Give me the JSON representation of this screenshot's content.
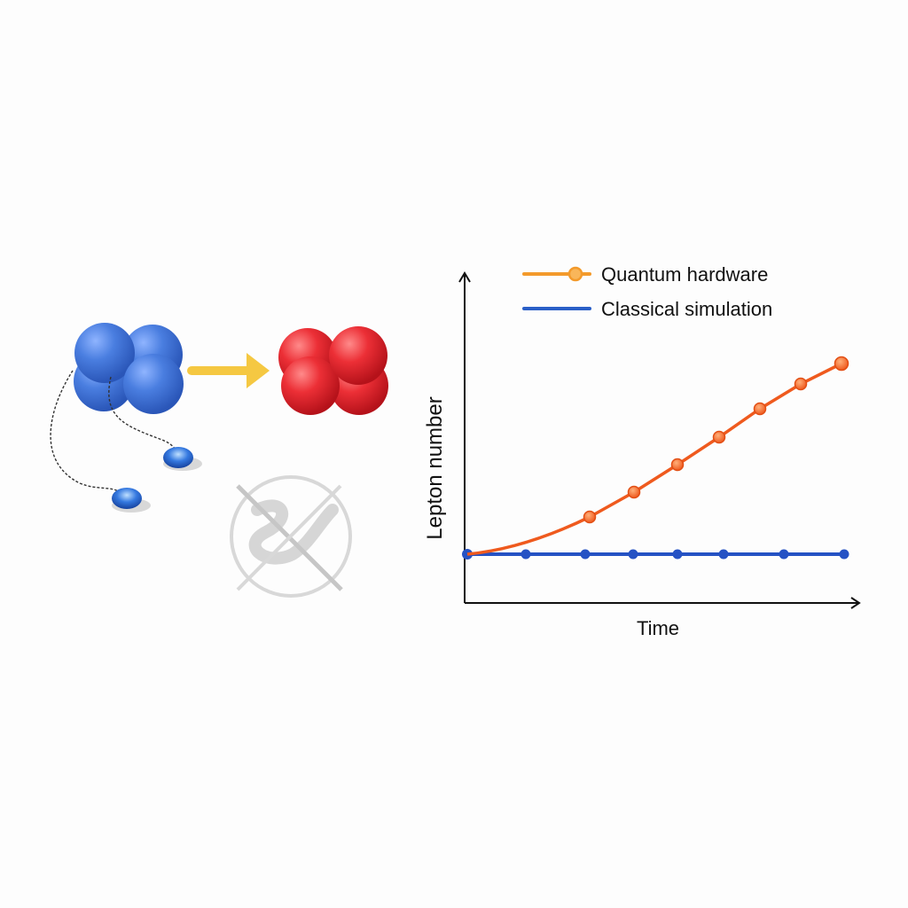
{
  "figure": {
    "left_panel": {
      "description": "Double beta decay: nucleus of 4 blue nucleons emits two blue leptons and becomes red nucleus; crossed-out neutrino symbol",
      "arrow_color": "#f5c842",
      "initial_nucleus_color": "#3f73d8",
      "final_nucleus_color": "#e2232e",
      "lepton_color": "#2a64cf",
      "forbidden_symbol": "crossed-out neutrino"
    }
  },
  "chart_data": {
    "type": "line",
    "title": "",
    "xlabel": "Time",
    "ylabel": "Lepton number",
    "grid": false,
    "legend_position": "top-right",
    "x": [
      0,
      1,
      2,
      3,
      4,
      5,
      6,
      7
    ],
    "series": [
      {
        "name": "Quantum hardware",
        "color": "#ef5a1e",
        "marker": "circle",
        "x": [
          0,
          2,
          3,
          4,
          5,
          6,
          7,
          8
        ],
        "values": [
          0,
          0.19,
          0.33,
          0.47,
          0.61,
          0.76,
          0.87,
          0.99
        ]
      },
      {
        "name": "Classical simulation",
        "color": "#2552c4",
        "marker": "circle",
        "x": [
          0,
          1,
          2,
          3,
          4,
          5,
          6,
          7
        ],
        "values": [
          0,
          0,
          0,
          0,
          0,
          0,
          0,
          0
        ]
      }
    ],
    "ylim": [
      0,
      1.1
    ],
    "tick_labels": "none"
  },
  "legend": {
    "items": [
      {
        "label": "Quantum hardware",
        "color": "#f39a2b"
      },
      {
        "label": "Classical simulation",
        "color": "#2a5fc7"
      }
    ]
  }
}
